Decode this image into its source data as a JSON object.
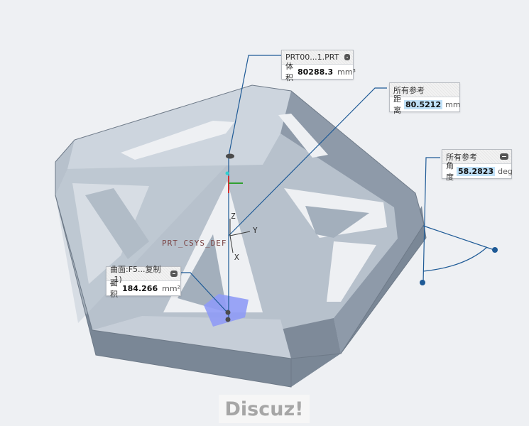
{
  "measurements": [
    {
      "title": "PRT00...1.PRT",
      "label": "体积",
      "value": "80288.3",
      "unit": "mm³"
    },
    {
      "title": "所有参考",
      "label": "距离",
      "value": "80.5212",
      "unit": "mm"
    },
    {
      "title": "所有参考",
      "label": "角度",
      "value": "58.2823",
      "unit": "deg"
    },
    {
      "title": "曲面:F5...复制_1)",
      "label": "面积",
      "value": "184.266",
      "unit": "mm²"
    }
  ],
  "csys": {
    "name": "PRT_CSYS_DEF",
    "z": "Z",
    "y": "Y",
    "x": "X"
  },
  "watermark": "Discuz!",
  "colors": {
    "measure_line": "#1e5a96",
    "body": "#b7c1cc",
    "highlight_face": "#8f9bf6"
  }
}
